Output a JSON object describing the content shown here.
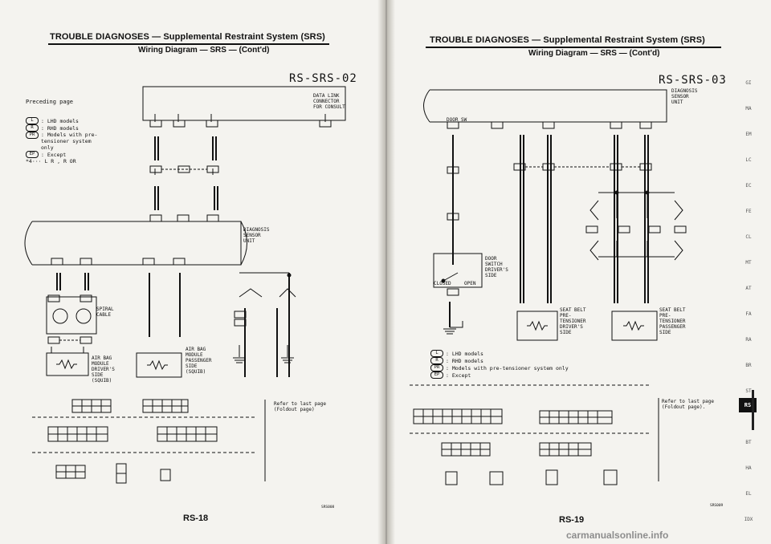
{
  "left": {
    "header_title": "TROUBLE DIAGNOSES — Supplemental Restraint System (SRS)",
    "header_sub": "Wiring Diagram — SRS — (Cont'd)",
    "diagram_id": "RS-SRS-02",
    "preceding": "Preceding page",
    "legend": [
      {
        "sym": "L",
        "text": ": LHD models"
      },
      {
        "sym": "R",
        "text": ": RHD models"
      },
      {
        "sym": "PR",
        "text": ": Models with pre-tensioner system only"
      },
      {
        "sym": "EP",
        "text": ": Except"
      },
      {
        "sym": "",
        "text": "*4··· L R , R OR"
      }
    ],
    "data_link": "DATA LINK\nCONNECTOR\nFOR CONSULT",
    "diag_unit": "DIAGNOSIS\nSENSOR\nUNIT",
    "spiral": "SPIRAL\nCABLE",
    "airbag_driver": "AIR BAG\nMODULE\nDRIVER'S\nSIDE\n(SQUIB)",
    "airbag_pass": "AIR BAG\nMODULE\nPASSENGER\nSIDE\n(SQUIB)",
    "refer": "Refer to last page\n(Foldout page)",
    "page_number": "RS-18",
    "code": "SRS008"
  },
  "right": {
    "header_title": "TROUBLE DIAGNOSES — Supplemental Restraint System (SRS)",
    "header_sub": "Wiring Diagram — SRS — (Cont'd)",
    "diagram_id": "RS-SRS-03",
    "diag_unit": "DIAGNOSIS\nSENSOR\nUNIT",
    "door_sw": "DOOR SW",
    "door_switch": "DOOR\nSWITCH\nDRIVER'S\nSIDE",
    "closed": "CLOSED",
    "open": "OPEN",
    "seatbelt_driver": "SEAT BELT\nPRE-\nTENSIONER\nDRIVER'S\nSIDE",
    "seatbelt_pass": "SEAT BELT\nPRE-\nTENSIONER\nPASSENGER\nSIDE",
    "legend": [
      {
        "sym": "L",
        "text": ": LHD models"
      },
      {
        "sym": "R",
        "text": ": RHD models"
      },
      {
        "sym": "PR",
        "text": ": Models with pre-tensioner system only"
      },
      {
        "sym": "EP",
        "text": ": Except"
      }
    ],
    "refer": "Refer to last page\n(Foldout page).",
    "page_number": "RS-19",
    "code": "SRS009"
  },
  "tabs": [
    "GI",
    "MA",
    "EM",
    "LC",
    "EC",
    "FE",
    "CL",
    "MT",
    "AT",
    "FA",
    "RA",
    "BR",
    "ST",
    "RS",
    "BT",
    "HA",
    "EL",
    "IDX"
  ],
  "active_tab": "RS",
  "watermark": "carmanualsonline.info"
}
